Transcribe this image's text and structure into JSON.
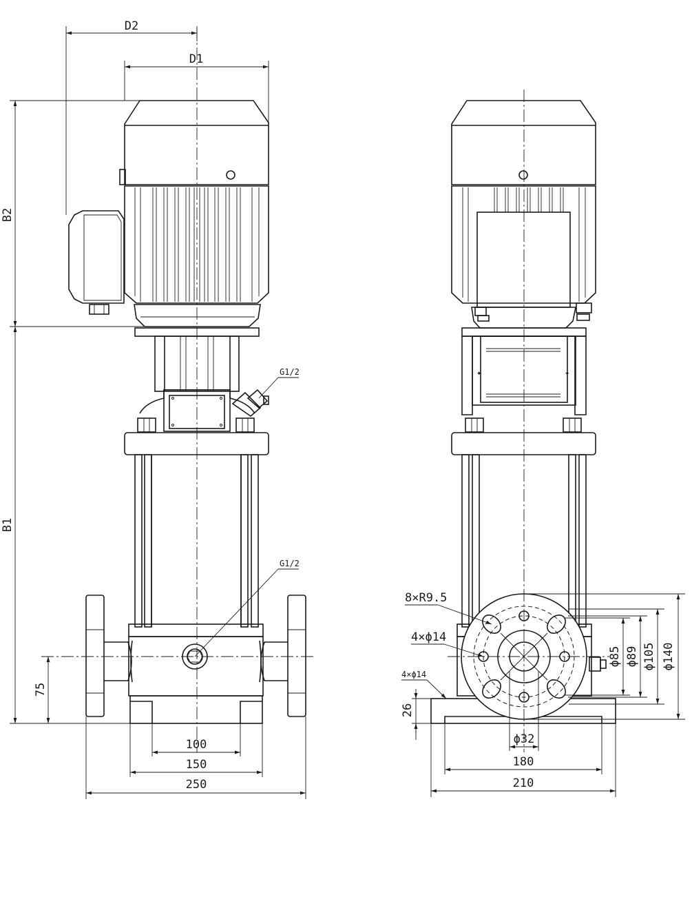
{
  "dimensions": {
    "d2": "D2",
    "d1": "D1",
    "b2": "B2",
    "b1": "B1",
    "h75": "75",
    "w100": "100",
    "w150": "150",
    "w250": "250",
    "h26": "26",
    "phi32": "ϕ32",
    "w180": "180",
    "w210": "210",
    "phi85": "ϕ85",
    "phi89": "ϕ89",
    "phi105": "ϕ105",
    "phi140": "ϕ140"
  },
  "callouts": {
    "g12_top": "G1/2",
    "g12_bottom": "G1/2",
    "holes_r95": "8×R9.5",
    "holes_phi14": "4×ϕ14",
    "base_holes": "4×ϕ14"
  }
}
